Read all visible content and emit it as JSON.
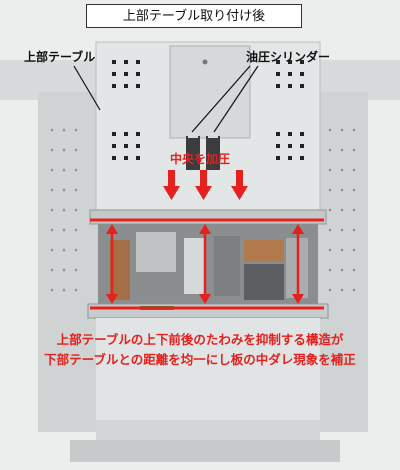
{
  "title": "上部テーブル取り付け後",
  "labels": {
    "upper_table": "上部テーブル",
    "hydraulic_cylinder": "油圧シリンダー",
    "center_press": "中央を加圧"
  },
  "caption": {
    "line1": "上部テーブルの上下前後のたわみを抑制する構造が",
    "line2": "下部テーブルとの距離を均一にし板の中ダレ現象を補正"
  },
  "colors": {
    "accent_red": "#e6201c",
    "machine_body": "#dfe2e3",
    "frame_dark": "#2b2d2f"
  }
}
